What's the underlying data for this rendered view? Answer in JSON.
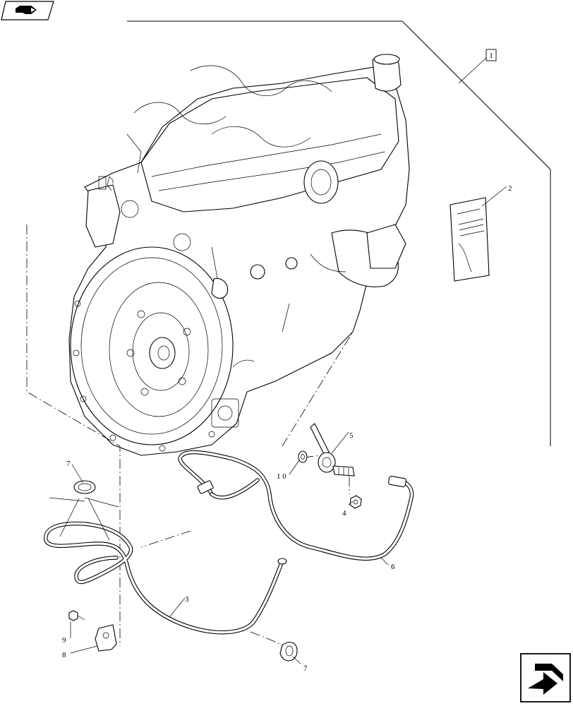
{
  "diagram": {
    "callouts": [
      {
        "id": "part-1",
        "label": "1"
      },
      {
        "id": "part-2",
        "label": "2"
      },
      {
        "id": "part-3",
        "label": "3"
      },
      {
        "id": "part-4",
        "label": "4"
      },
      {
        "id": "part-5",
        "label": "5"
      },
      {
        "id": "part-6",
        "label": "6"
      },
      {
        "id": "part-7a",
        "label": "7"
      },
      {
        "id": "part-7b",
        "label": "7"
      },
      {
        "id": "part-8",
        "label": "8"
      },
      {
        "id": "part-9",
        "label": "9"
      },
      {
        "id": "part-10",
        "label": "1 0"
      }
    ]
  },
  "icons": {
    "top_left": "book-navigation-icon",
    "bottom_right": "next-page-arrow-icon"
  }
}
